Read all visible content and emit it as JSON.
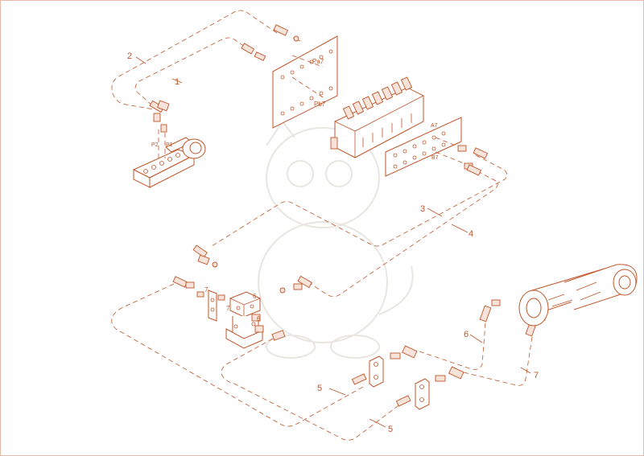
{
  "diagram": {
    "title": "",
    "accent_color": "#c0562a",
    "labels": {
      "item_1": "1",
      "item_2": "2",
      "item_3": "3",
      "item_4": "4",
      "item_5a": "5",
      "item_5b": "5",
      "item_6a": "6",
      "item_6b": "6",
      "item_6c": "6",
      "item_7a": "7",
      "item_7b": "7",
      "port_p1": "P1",
      "port_p2": "P2",
      "port_pa7": "Pa7",
      "port_pb7": "Pb7",
      "port_a7": "A7",
      "port_b7": "B7"
    }
  }
}
